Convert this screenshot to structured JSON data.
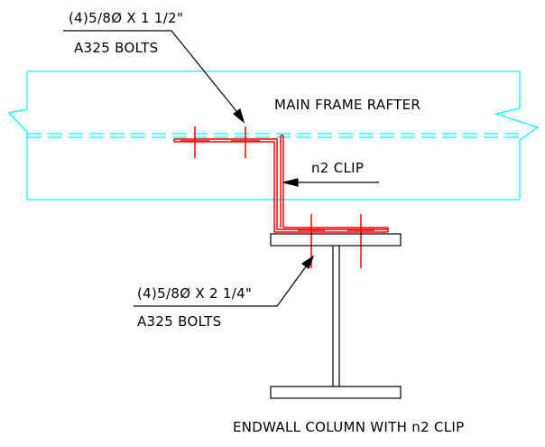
{
  "drawing": {
    "top_bolt_callout": {
      "line1": "(4)5/8Ø X 1  1/2\"",
      "line2": "A325 BOLTS"
    },
    "rafter_label": "MAIN FRAME RAFTER",
    "clip_label": "n2 CLIP",
    "bottom_bolt_callout": {
      "line1": "(4)5/8Ø X 2  1/4\"",
      "line2": "A325 BOLTS"
    },
    "column_label": "ENDWALL COLUMN WITH  n2 CLIP"
  },
  "colors": {
    "background": "#ffffff",
    "rafter": "#00ffff",
    "clip_and_bolts": "#ff0000",
    "column": "#000000",
    "leaders": "#000000"
  }
}
